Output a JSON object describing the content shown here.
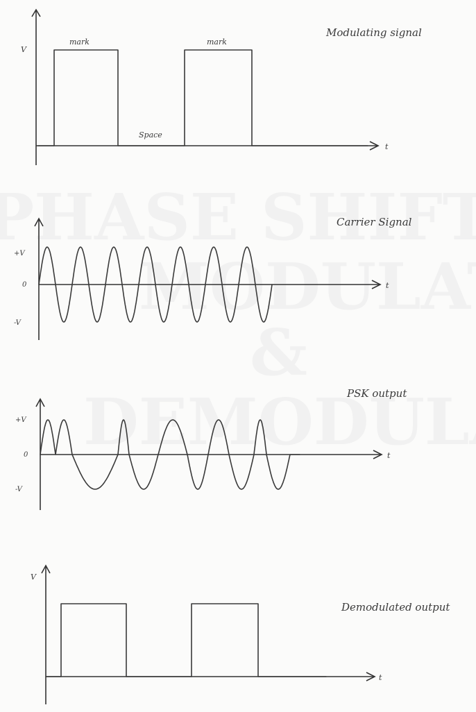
{
  "watermark": {
    "line1": "PHASE SHIFT KEY",
    "line2": "MODULATION",
    "line3": "&",
    "line4": "DEMODULATION"
  },
  "panels": {
    "modulating": {
      "title": "Modulating signal",
      "y_label": "V",
      "x_label": "t",
      "mark1": "mark",
      "mark2": "mark",
      "space": "Space",
      "levels": [
        0,
        1,
        0,
        1,
        0
      ]
    },
    "carrier": {
      "title": "Carrier Signal",
      "plus_label": "+V",
      "zero_label": "0",
      "minus_label": "-V",
      "x_label": "t",
      "cycles": 7
    },
    "psk": {
      "title": "PSK output",
      "plus_label": "+V",
      "zero_label": "0",
      "minus_label": "-V",
      "x_label": "t"
    },
    "demodulated": {
      "title": "Demodulated output",
      "y_label": "V",
      "x_label": "t",
      "levels": [
        0,
        1,
        0,
        1,
        0
      ]
    }
  }
}
